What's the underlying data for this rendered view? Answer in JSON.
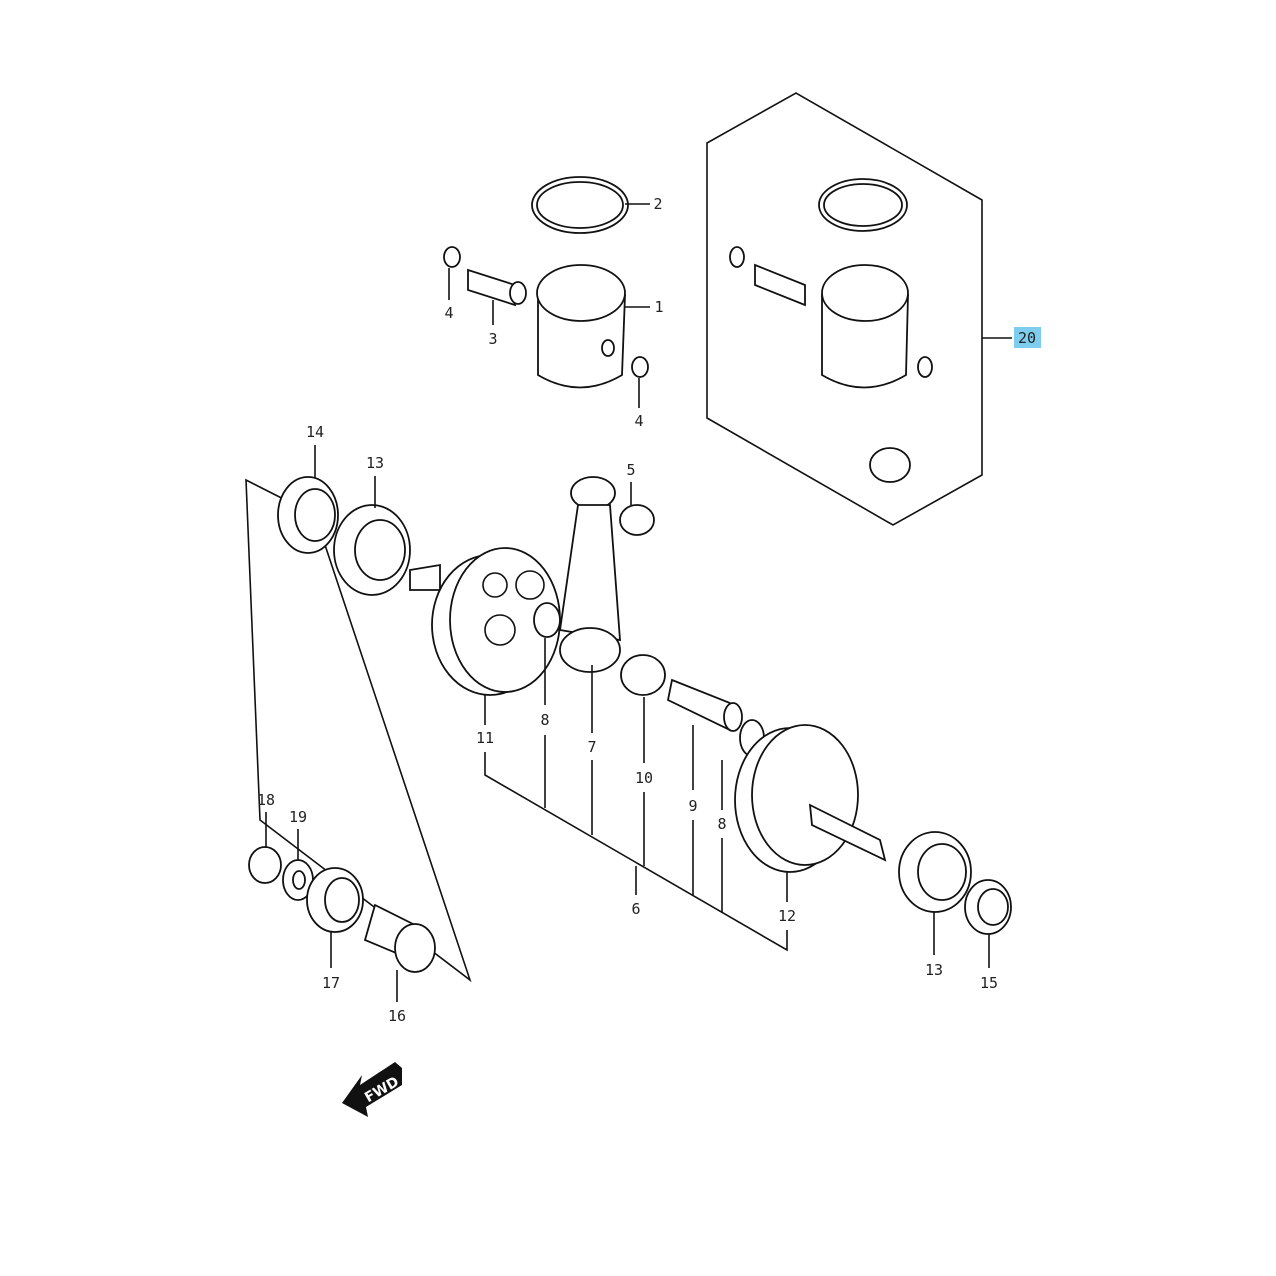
{
  "labels": [
    "2",
    "1",
    "4",
    "3",
    "4",
    "20",
    "14",
    "13",
    "5",
    "8",
    "11",
    "7",
    "10",
    "9",
    "8",
    "6",
    "12",
    "18",
    "19",
    "13",
    "15",
    "17",
    "16"
  ],
  "highlight_color": "#7fcdee",
  "fwd_arrow": "FWD"
}
